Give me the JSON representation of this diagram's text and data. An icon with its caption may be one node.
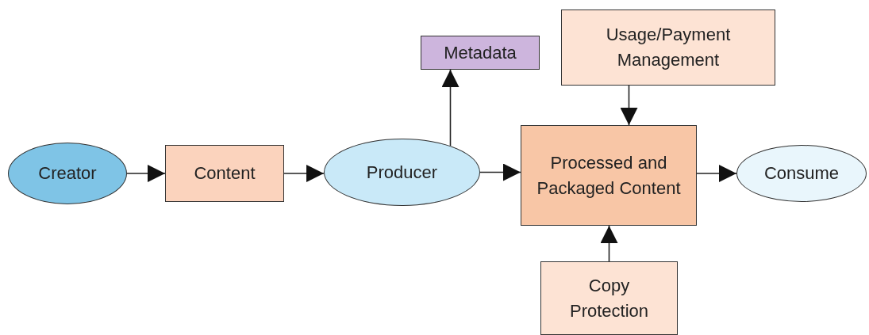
{
  "diagram": {
    "nodes": [
      {
        "text": [
          "Creator"
        ]
      },
      {
        "text": [
          "Content"
        ]
      },
      {
        "text": [
          "Producer"
        ]
      },
      {
        "text": [
          "Metadata"
        ]
      },
      {
        "text": [
          "Usage/Payment Management"
        ]
      },
      {
        "text": [
          "Processed and Packaged Content"
        ]
      },
      {
        "text": [
          "Consume"
        ]
      },
      {
        "text": [
          "Copy Protection"
        ]
      }
    ],
    "edges": [
      {
        "from": 0,
        "to": 1,
        "arrow": "to"
      },
      {
        "from": 1,
        "to": 2,
        "arrow": "to"
      },
      {
        "from": 2,
        "to": 3,
        "arrow": "to"
      },
      {
        "from": 2,
        "to": 5,
        "arrow": "to"
      },
      {
        "from": 4,
        "to": 5,
        "arrow": "to"
      },
      {
        "from": 7,
        "to": 5,
        "arrow": "to"
      },
      {
        "from": 5,
        "to": 6,
        "arrow": "to"
      }
    ]
  }
}
